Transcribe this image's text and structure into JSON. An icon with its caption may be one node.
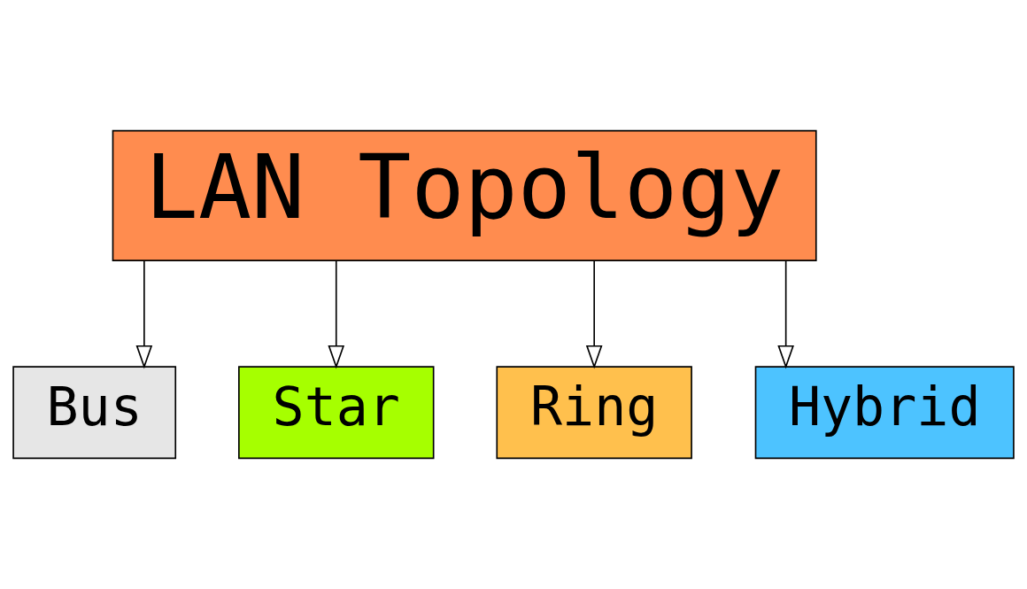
{
  "diagram": {
    "nodes": [
      {
        "text": [
          "LAN Topology"
        ]
      },
      {
        "text": [
          "Bus"
        ]
      },
      {
        "text": [
          "Star"
        ]
      },
      {
        "text": [
          "Ring"
        ]
      },
      {
        "text": [
          "Hybrid"
        ]
      }
    ],
    "edges": [
      {
        "from": 0,
        "to": 1,
        "arrow": "to"
      },
      {
        "from": 0,
        "to": 2,
        "arrow": "to"
      },
      {
        "from": 0,
        "to": 3,
        "arrow": "to"
      },
      {
        "from": 0,
        "to": 4,
        "arrow": "to"
      }
    ]
  }
}
